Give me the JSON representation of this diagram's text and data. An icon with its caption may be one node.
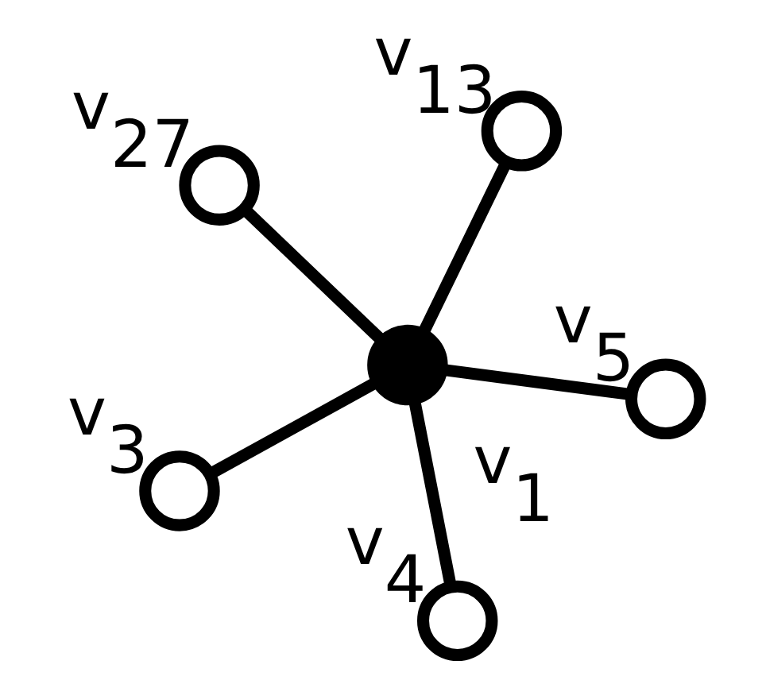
{
  "diagram": {
    "nodes": [
      {
        "text": [],
        "shape": "circle",
        "beside": [
          "v$_{13}$"
        ]
      },
      {
        "text": [],
        "shape": "circle",
        "beside": [
          "v$_{4}$"
        ]
      },
      {
        "text": [],
        "shape": "circle",
        "beside": [
          "v$_{5}$"
        ]
      },
      {
        "text": [],
        "shape": "circle",
        "beside": [
          "v$_{1}$"
        ]
      },
      {
        "text": [],
        "shape": "circle",
        "beside": [
          "v$_{27}$"
        ]
      },
      {
        "text": [],
        "shape": "circle",
        "beside": [
          "v$_{3}$"
        ]
      }
    ],
    "edges": [
      {
        "from": 3,
        "to": 0,
        "arrow": "none"
      },
      {
        "from": 3,
        "to": 1,
        "arrow": "none"
      },
      {
        "from": 3,
        "to": 2,
        "arrow": "none"
      },
      {
        "from": 3,
        "to": 4,
        "arrow": "none"
      },
      {
        "from": 3,
        "to": 5,
        "arrow": "none"
      }
    ]
  }
}
